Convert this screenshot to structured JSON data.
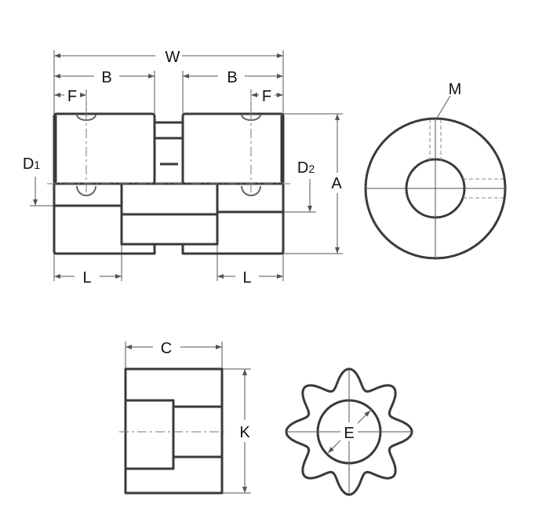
{
  "labels": {
    "W": "W",
    "B_left": "B",
    "B_right": "B",
    "F_left": "F",
    "F_right": "F",
    "D1": {
      "main": "D",
      "sub": "1"
    },
    "D2": {
      "main": "D",
      "sub": "2"
    },
    "A": "A",
    "M": "M",
    "L_left": "L",
    "L_right": "L",
    "C": "C",
    "K": "K",
    "E": "E"
  },
  "colors": {
    "line": "#3a3a3a",
    "dimension": "#555555"
  }
}
